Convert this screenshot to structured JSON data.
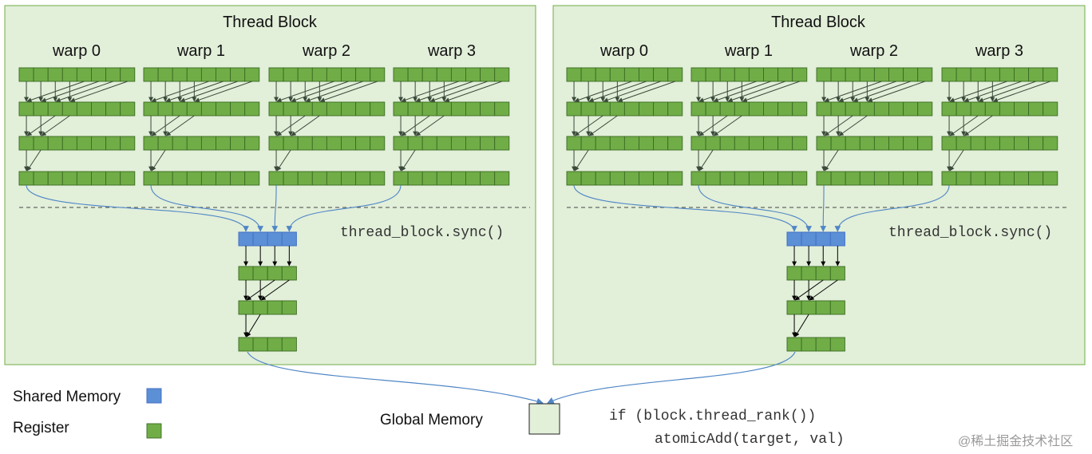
{
  "blocks": [
    {
      "title": "Thread Block",
      "warps": [
        "warp 0",
        "warp 1",
        "warp 2",
        "warp 3"
      ],
      "sync_label": "thread_block.sync()"
    },
    {
      "title": "Thread Block",
      "warps": [
        "warp 0",
        "warp 1",
        "warp 2",
        "warp 3"
      ],
      "sync_label": "thread_block.sync()"
    }
  ],
  "legend": {
    "shared_memory": "Shared Memory",
    "register": "Register",
    "shared_color": "#5b8fd6",
    "register_color": "#70ad47"
  },
  "global_memory_label": "Global Memory",
  "code": {
    "line1": "if (block.thread_rank())",
    "line2": "atomicAdd(target, val)"
  },
  "watermark": "@稀土掘金技术社区"
}
